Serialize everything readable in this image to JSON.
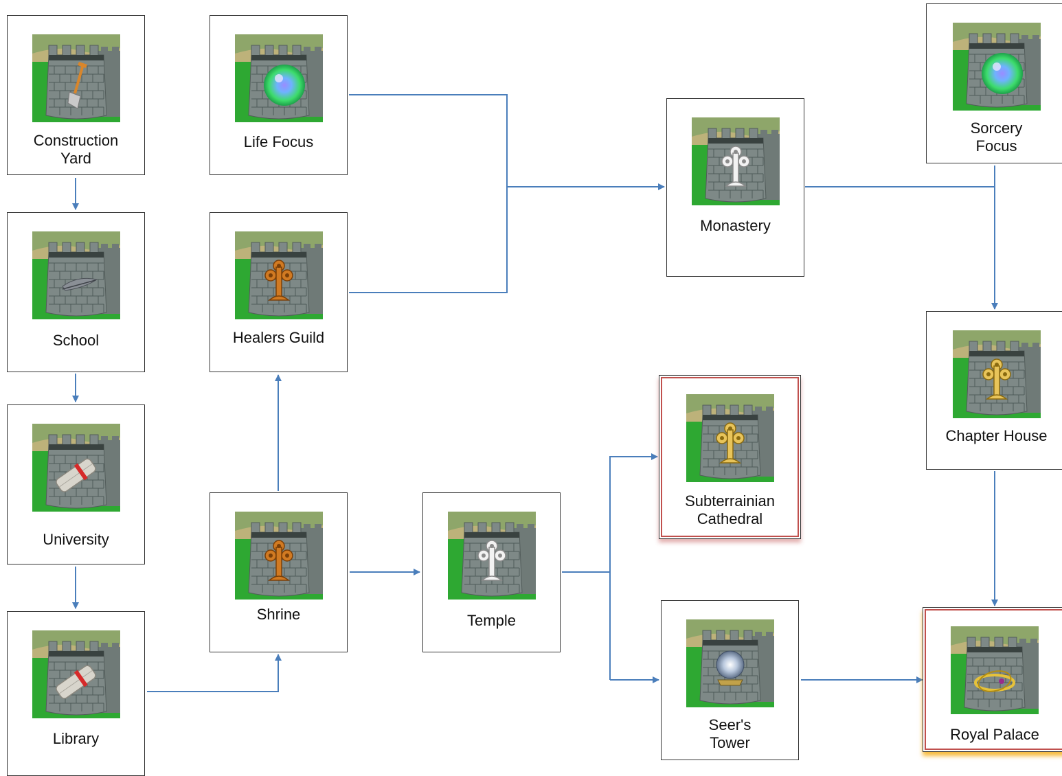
{
  "diagram": {
    "colors": {
      "connector": "#4a7ebb",
      "highlight_border": "#c0504d",
      "glow_gold": "#f5a600",
      "box_border": "#333333"
    },
    "nodes": [
      {
        "id": "construction-yard",
        "label": "Construction\nYard",
        "emblem": "shovel-icon"
      },
      {
        "id": "school",
        "label": "School",
        "emblem": "feather-icon"
      },
      {
        "id": "university",
        "label": "University",
        "emblem": "scroll-icon"
      },
      {
        "id": "library",
        "label": "Library",
        "emblem": "scroll-icon"
      },
      {
        "id": "life-focus",
        "label": "Life Focus",
        "emblem": "green-orb-icon"
      },
      {
        "id": "healers-guild",
        "label": "Healers Guild",
        "emblem": "bronze-cross-icon"
      },
      {
        "id": "shrine",
        "label": "Shrine",
        "emblem": "bronze-cross-icon"
      },
      {
        "id": "temple",
        "label": "Temple",
        "emblem": "silver-cross-icon"
      },
      {
        "id": "monastery",
        "label": "Monastery",
        "emblem": "silver-cross-icon"
      },
      {
        "id": "subterrainian-cathedral",
        "label": "Subterrainian\nCathedral",
        "emblem": "gold-cross-icon"
      },
      {
        "id": "seers-tower",
        "label": "Seer's\nTower",
        "emblem": "crystal-ball-icon"
      },
      {
        "id": "sorcery-focus",
        "label": "Sorcery\nFocus",
        "emblem": "green-orb-icon"
      },
      {
        "id": "chapter-house",
        "label": "Chapter House",
        "emblem": "gold-cross-icon"
      },
      {
        "id": "royal-palace",
        "label": "Royal Palace",
        "emblem": "gold-ring-icon"
      }
    ]
  }
}
